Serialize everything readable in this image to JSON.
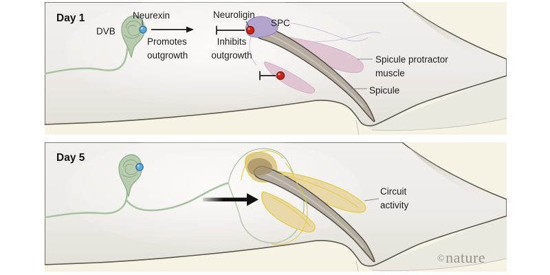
{
  "panels": {
    "day1": {
      "title": "Day 1",
      "dvb": "DVB",
      "neurexin": "Neurexin",
      "promotes": "Promotes outgrowth",
      "neuroligin": "Neuroligin",
      "inhibits": "Inhibits outgrowth",
      "spc": "SPC",
      "protractor": "Spicule protractor muscle",
      "spicule": "Spicule"
    },
    "day5": {
      "title": "Day 5",
      "circuit": "Circuit activity"
    }
  },
  "watermark": {
    "symbol": "©",
    "name": "nature"
  },
  "colors": {
    "panel_background": "#f7f3e4",
    "worm_body": "#efedea",
    "worm_outline": "#5b564e",
    "neuron_green": "#b7cbae",
    "neuron_green_line": "#a9c2a1",
    "neurexin_blue": "#5fa8da",
    "neuroligin_red": "#c5271b",
    "spc_purple": "#b2a4cc",
    "muscle_pink": "#dfc3d1",
    "spicule_gray": "#b3ac9f",
    "activity_yellow": "#e2ca45",
    "activity_fill": "#e8d7a5",
    "text": "#1c1c1a",
    "watermark_gray": "#97928a"
  }
}
